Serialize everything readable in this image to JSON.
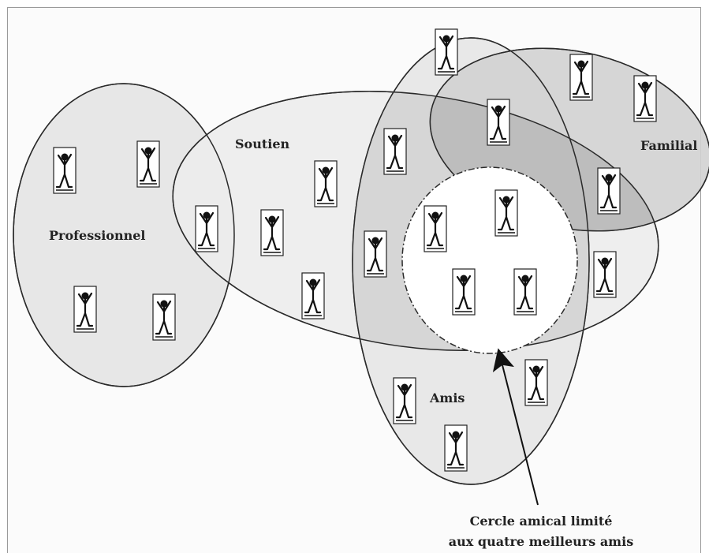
{
  "diagram": {
    "groups": [
      {
        "id": "professionnel",
        "label": "Professionnel"
      },
      {
        "id": "soutien",
        "label": "Soutien"
      },
      {
        "id": "amis",
        "label": "Amis"
      },
      {
        "id": "familial",
        "label": "Familial"
      }
    ],
    "inner_circle": {
      "label": "cercle-amical-limite"
    },
    "annotation": {
      "line1": "Cercle amical limité",
      "line2": "aux quatre meilleurs amis"
    },
    "colors": {
      "ellipse_fill": "#ececec",
      "overlap_fill": "#d8d8d8",
      "familial_fill": "#cfcfcf",
      "inner_circle_fill": "#ffffff",
      "stroke": "#2a2a2a"
    },
    "person_icon": "stick-figure-icon"
  }
}
